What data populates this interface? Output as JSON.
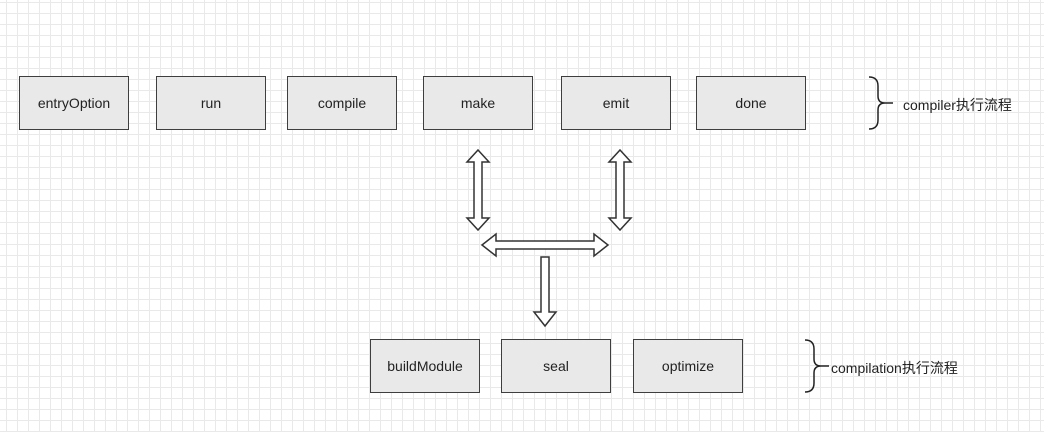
{
  "compiler": {
    "steps": [
      "entryOption",
      "run",
      "compile",
      "make",
      "emit",
      "done"
    ],
    "group_label": "compiler执行流程"
  },
  "compilation": {
    "steps": [
      "buildModule",
      "seal",
      "optimize"
    ],
    "group_label": "compilation执行流程"
  },
  "colors": {
    "node_fill": "#e9e9e9",
    "node_border": "#3e3e3e",
    "arrow_fill": "#ffffff",
    "arrow_stroke": "#333333"
  },
  "icons": [
    "double-arrow-vertical",
    "double-arrow-horizontal",
    "down-arrow",
    "curly-brace"
  ]
}
